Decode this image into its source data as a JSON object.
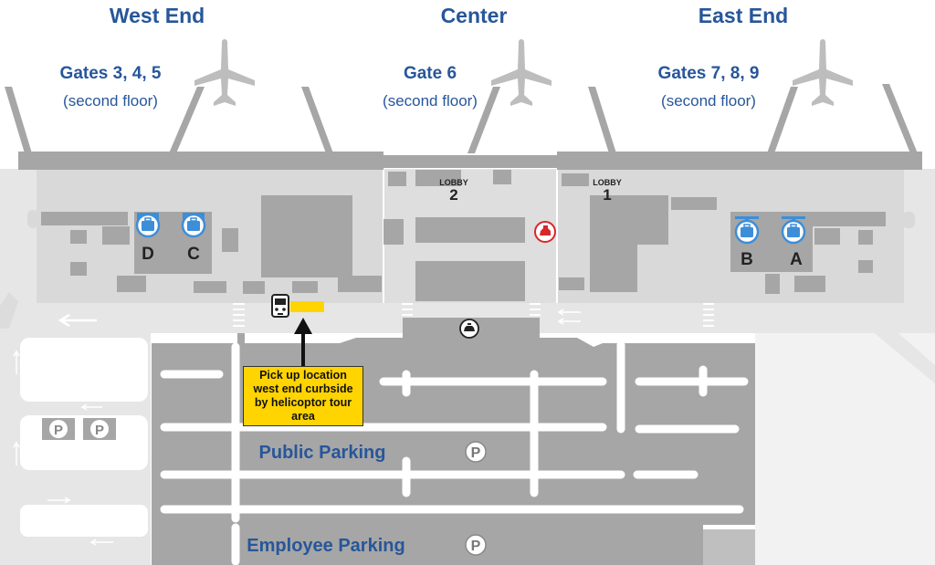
{
  "zones": [
    {
      "name": "West End",
      "gates": "Gates 3, 4, 5",
      "floor": "(second floor)"
    },
    {
      "name": "Center",
      "gates": "Gate 6",
      "floor": "(second floor)"
    },
    {
      "name": "East End",
      "gates": "Gates 7, 8, 9",
      "floor": "(second floor)"
    }
  ],
  "lobbies": [
    {
      "word": "LOBBY",
      "number": "2"
    },
    {
      "word": "LOBBY",
      "number": "1"
    }
  ],
  "baggage_claims": [
    "D",
    "C",
    "B",
    "A"
  ],
  "callout": {
    "line1": "Pick up location",
    "line2": "west end curbside",
    "line3": "by helicoptor tour",
    "line4": "area"
  },
  "parking": {
    "public": "Public Parking",
    "employee": "Employee Parking",
    "symbol": "P"
  },
  "icons": [
    "airplane-icon",
    "baggage-claim-icon",
    "car-rental-icon",
    "bus-icon",
    "taxi-icon",
    "parking-icon",
    "direction-arrow-icon"
  ],
  "colors": {
    "zone_text": "#27569a",
    "building": "#d9d9d9",
    "structure": "#a6a6a6",
    "parking_lot": "#a6a6a6",
    "road": "#e6e6e6",
    "callout": "#ffd400",
    "claim_icon": "#3d8ed8",
    "rental_icon": "#d9262c"
  }
}
